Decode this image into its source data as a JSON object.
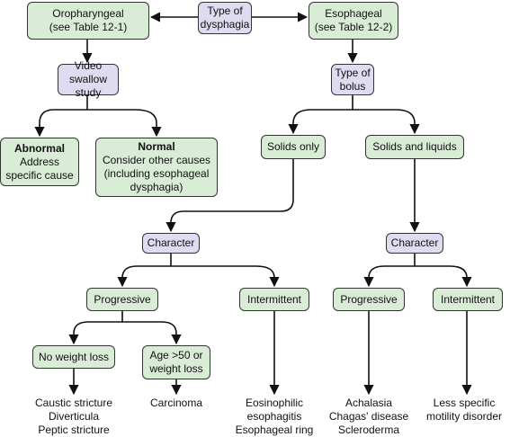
{
  "nodes": {
    "type_dysphagia": [
      "Type of",
      "dysphagia"
    ],
    "oropharyngeal": [
      "Oropharyngeal",
      "(see Table 12-1)"
    ],
    "esophageal": [
      "Esophageal",
      "(see Table 12-2)"
    ],
    "video_swallow": [
      "Video swallow",
      "study"
    ],
    "type_bolus": [
      "Type of",
      "bolus"
    ],
    "abnormal": {
      "title": "Abnormal",
      "lines": [
        "Address",
        "specific cause"
      ]
    },
    "normal": {
      "title": "Normal",
      "lines": [
        "Consider other causes",
        "(including esophageal",
        "dysphagia)"
      ]
    },
    "solids_only": "Solids only",
    "solids_liquids": "Solids and liquids",
    "character_left": "Character",
    "character_right": "Character",
    "progressive_left": "Progressive",
    "intermittent_left": "Intermittent",
    "progressive_right": "Progressive",
    "intermittent_right": "Intermittent",
    "no_weight_loss": "No weight loss",
    "age_weight": [
      "Age >50 or",
      "weight loss"
    ]
  },
  "outcomes": {
    "caustic": [
      "Caustic stricture",
      "Diverticula",
      "Peptic stricture"
    ],
    "carcinoma": "Carcinoma",
    "eosinophilic": [
      "Eosinophilic",
      "esophagitis",
      "Esophageal ring"
    ],
    "achalasia": [
      "Achalasia",
      "Chagas' disease",
      "Scleroderma"
    ],
    "less_specific": [
      "Less specific",
      "motility disorder"
    ]
  },
  "colors": {
    "green": "#d9ecd6",
    "purple": "#dedcf1",
    "line": "#111111"
  }
}
